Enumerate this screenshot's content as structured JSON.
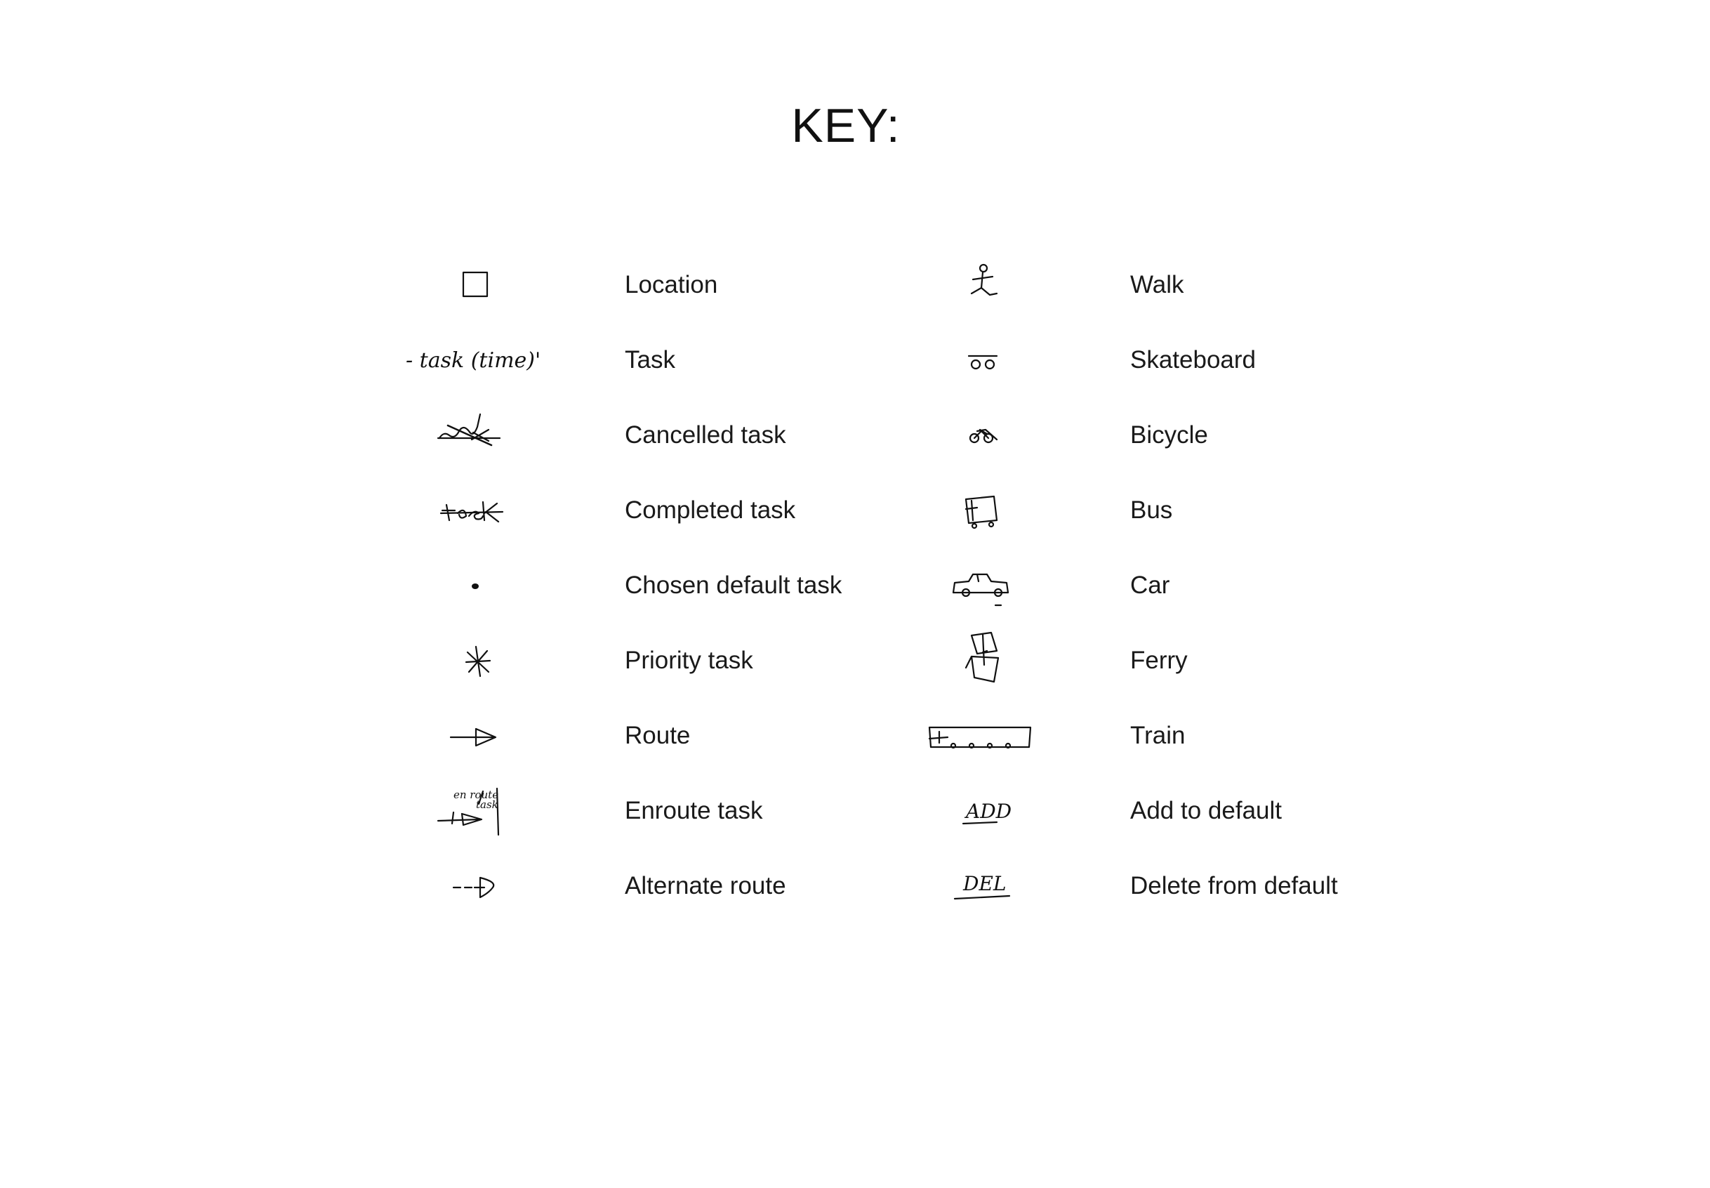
{
  "title": "KEY:",
  "left_items": [
    {
      "label": "Location",
      "icon": "location-square-icon"
    },
    {
      "label": "Task",
      "icon": "task-text-icon",
      "sketch_text": "- task (time)'"
    },
    {
      "label": "Cancelled task",
      "icon": "cancelled-task-icon"
    },
    {
      "label": "Completed task",
      "icon": "completed-task-icon"
    },
    {
      "label": "Chosen default task",
      "icon": "dot-icon"
    },
    {
      "label": "Priority task",
      "icon": "asterisk-icon"
    },
    {
      "label": "Route",
      "icon": "arrow-icon"
    },
    {
      "label": "Enroute task",
      "icon": "enroute-task-icon"
    },
    {
      "label": "Alternate route",
      "icon": "dashed-arrow-icon"
    }
  ],
  "right_items": [
    {
      "label": "Walk",
      "icon": "walker-icon"
    },
    {
      "label": "Skateboard",
      "icon": "skateboard-icon"
    },
    {
      "label": "Bicycle",
      "icon": "bicycle-icon"
    },
    {
      "label": "Bus",
      "icon": "bus-icon"
    },
    {
      "label": "Car",
      "icon": "car-icon"
    },
    {
      "label": "Ferry",
      "icon": "ferry-icon"
    },
    {
      "label": "Train",
      "icon": "train-icon"
    },
    {
      "label": "Add to default",
      "icon": "add-icon",
      "sketch_text": "ADD"
    },
    {
      "label": "Delete from default",
      "icon": "delete-icon",
      "sketch_text": "DEL"
    }
  ]
}
